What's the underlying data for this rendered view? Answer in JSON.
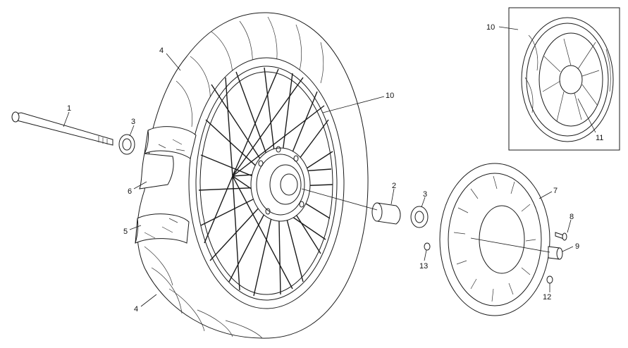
{
  "callouts": {
    "c1": "1",
    "c2": "2",
    "c3a": "3",
    "c3b": "3",
    "c4a": "4",
    "c4b": "4",
    "c5": "5",
    "c6": "6",
    "c7": "7",
    "c8": "8",
    "c9": "9",
    "c10a": "10",
    "c10b": "10",
    "c11": "11",
    "c12": "12",
    "c13": "13"
  }
}
